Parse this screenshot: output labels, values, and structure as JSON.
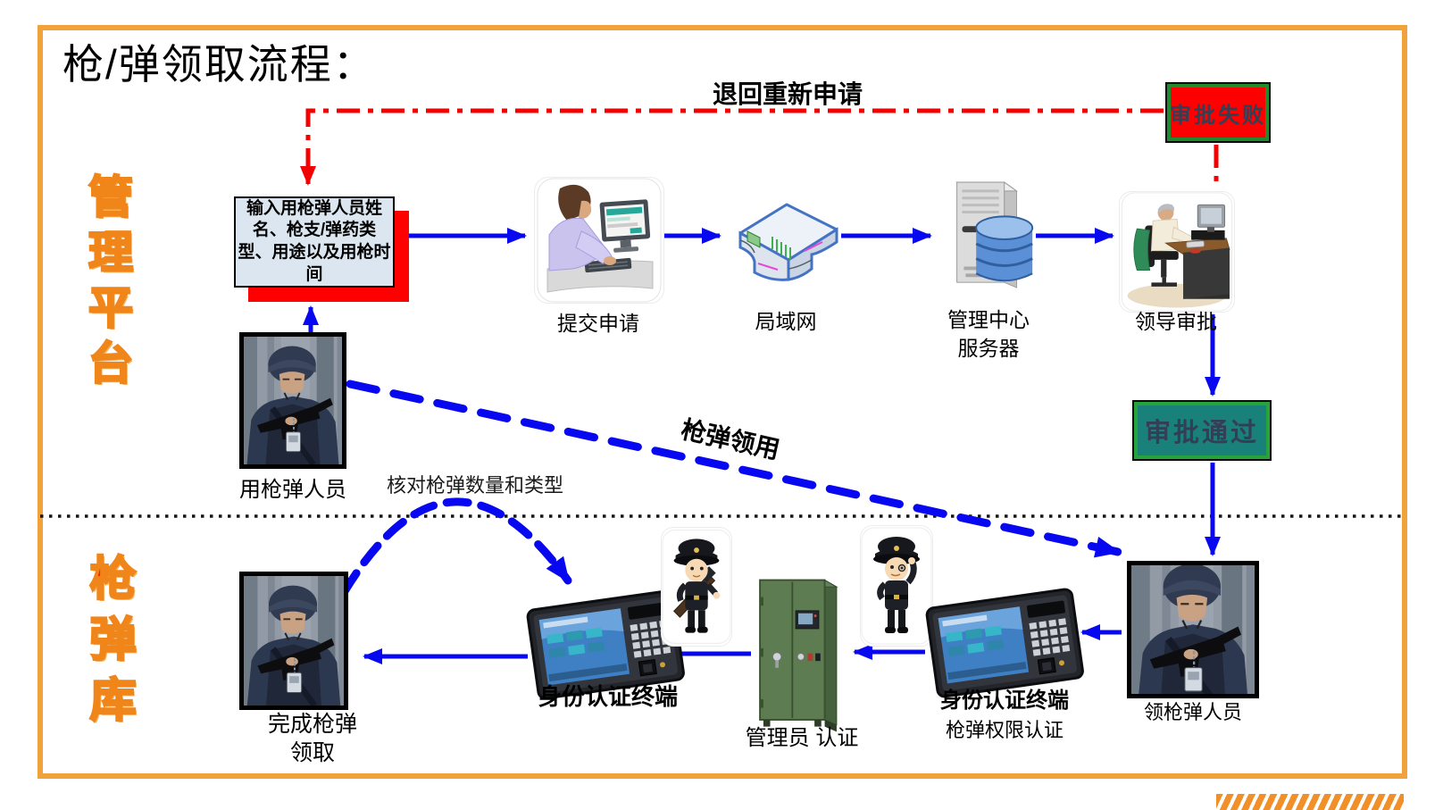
{
  "title": "枪/弹领取流程：",
  "lanes": {
    "management_platform": "管理平台",
    "ammo_depot": "枪弹库"
  },
  "edges": {
    "return_reapply": "退回重新申请",
    "ammo_issue": "枪弹领用",
    "check_quantity_type": "核对枪弹数量和类型"
  },
  "nodes": {
    "approval_failed": "审批失败",
    "approval_passed": "审批通过",
    "input_form": "输入用枪弹人员姓名、枪支/弹药类型、用途以及用枪时间",
    "submit_application": "提交申请",
    "lan": "局域网",
    "mgmt_server_line1": "管理中心",
    "mgmt_server_line2": "服务器",
    "leader_approval": "领导审批",
    "gun_user": "用枪弹人员",
    "complete_line1": "完成枪弹",
    "complete_line2": "领取",
    "identity_terminal_left": "身份认证终端",
    "admin_auth": "管理员 认证",
    "identity_terminal_right": "身份认证终端",
    "ammo_permission_auth": "枪弹权限认证",
    "gun_receiver": "领枪弹人员"
  },
  "icons": {
    "submit": "clerk-at-computer",
    "lan": "network-router",
    "server": "server-with-database",
    "leader": "manager-at-desk",
    "terminal": "auth-terminal-device",
    "cabinet": "green-gun-cabinet",
    "police_photo": "police-officer-photo",
    "cartoon_cop_gun": "cartoon-police-with-rifle",
    "cartoon_cop_salute": "cartoon-police-saluting"
  },
  "colors": {
    "frame_orange": "#F2A23A",
    "arrow_blue": "#0808F0",
    "alert_red": "#FF0000",
    "pass_teal": "#1A807A",
    "lane_top_text": "#00A550",
    "lane_bottom_text": "#FF1A00",
    "lane_outline": "#F0861A",
    "form_bg": "#DCE6F1"
  }
}
